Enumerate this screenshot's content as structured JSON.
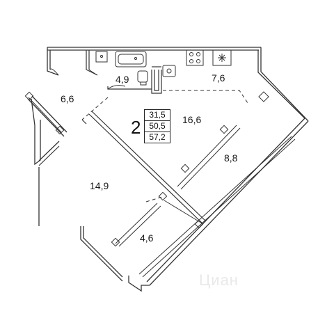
{
  "apartment": {
    "rooms": "2",
    "areas": [
      "31,5",
      "50,5",
      "57,2"
    ]
  },
  "rooms": [
    {
      "id": "bathroom",
      "area": "4,9"
    },
    {
      "id": "kitchen",
      "area": "7,6"
    },
    {
      "id": "hall",
      "area": "6,6"
    },
    {
      "id": "living",
      "area": "16,6"
    },
    {
      "id": "balcony-large",
      "area": "8,8"
    },
    {
      "id": "bedroom",
      "area": "14,9"
    },
    {
      "id": "balcony-small",
      "area": "4,6"
    }
  ],
  "watermark": "Циан"
}
